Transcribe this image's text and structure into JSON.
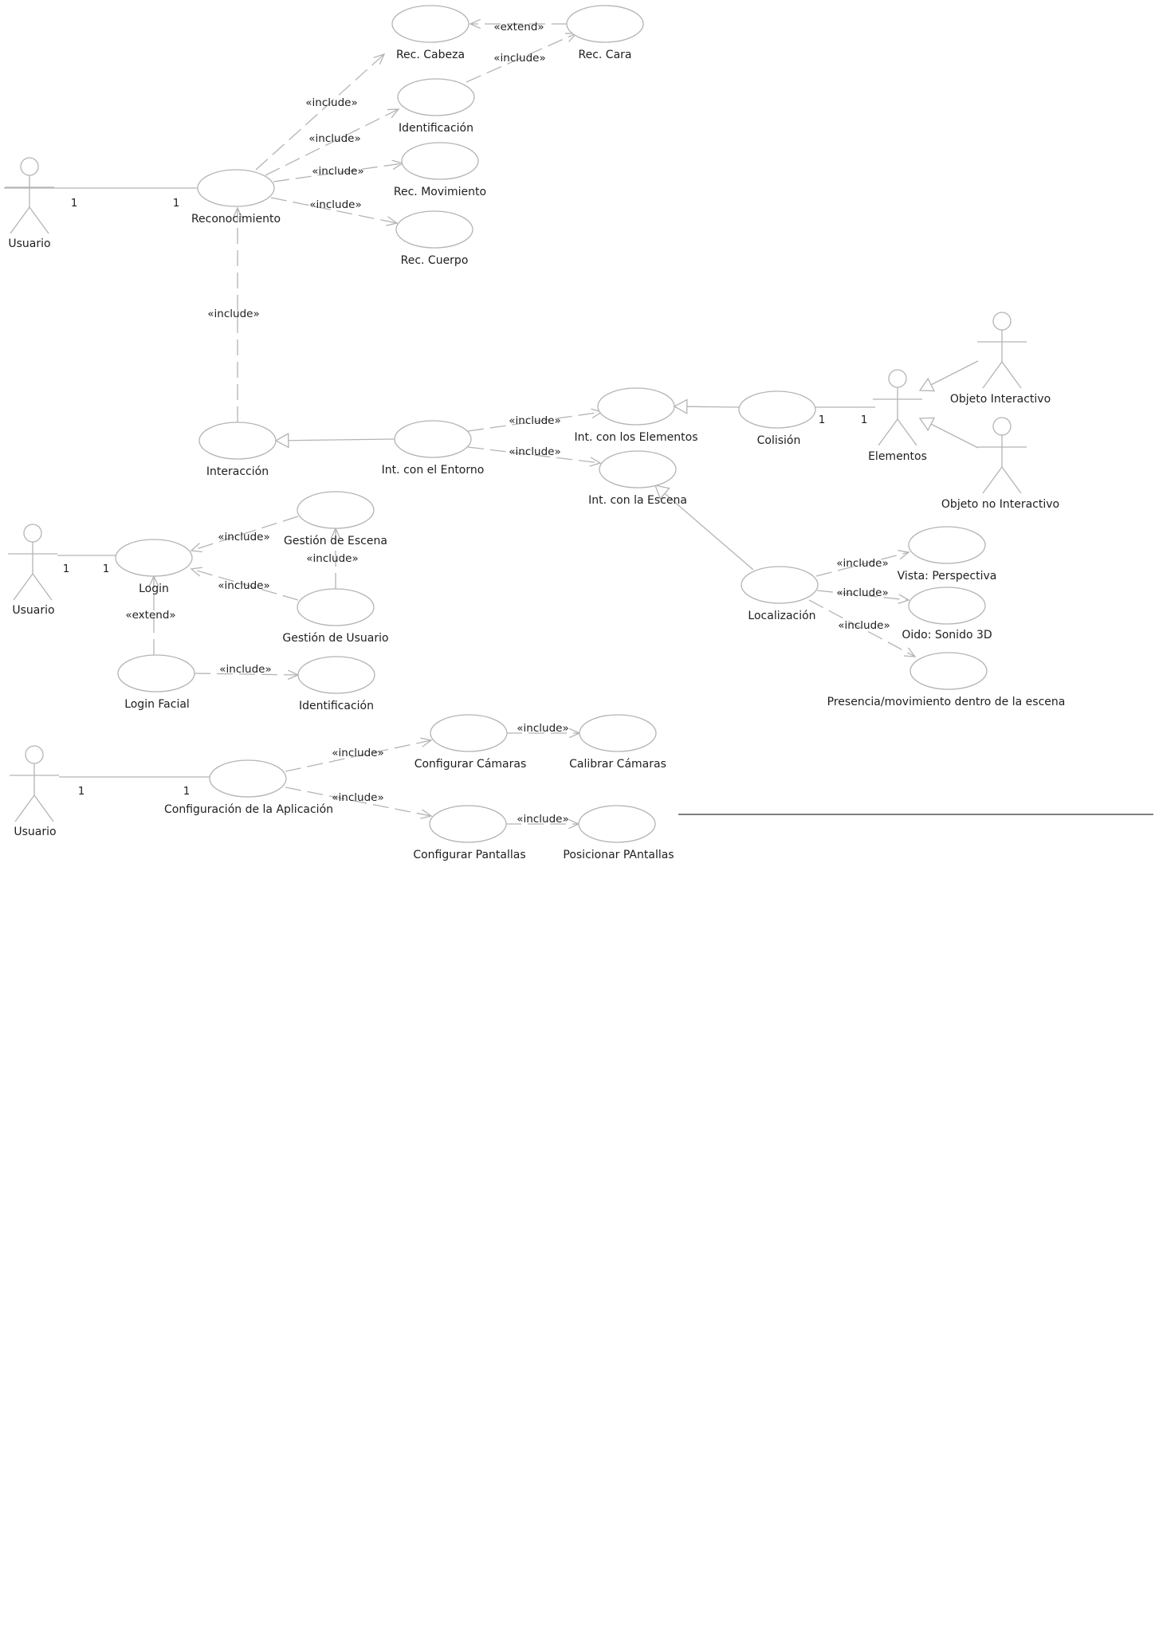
{
  "actors": [
    {
      "id": "a_usuario1",
      "label": "Usuario"
    },
    {
      "id": "a_usuario2",
      "label": "Usuario"
    },
    {
      "id": "a_usuario3",
      "label": "Usuario"
    },
    {
      "id": "a_elementos",
      "label": "Elementos"
    },
    {
      "id": "a_obj_int",
      "label": "Objeto Interactivo"
    },
    {
      "id": "a_obj_noint",
      "label": "Objeto no Interactivo"
    }
  ],
  "use_cases": [
    {
      "id": "uc_rec_cabeza",
      "label": "Rec. Cabeza"
    },
    {
      "id": "uc_rec_cara",
      "label": "Rec. Cara"
    },
    {
      "id": "uc_identificacion1",
      "label": "Identificación"
    },
    {
      "id": "uc_rec_movimiento",
      "label": "Rec. Movimiento"
    },
    {
      "id": "uc_reconocimiento",
      "label": "Reconocimiento"
    },
    {
      "id": "uc_rec_cuerpo",
      "label": "Rec. Cuerpo"
    },
    {
      "id": "uc_interaccion",
      "label": "Interacción"
    },
    {
      "id": "uc_int_entorno",
      "label": "Int. con el Entorno"
    },
    {
      "id": "uc_int_elementos",
      "label": "Int. con los Elementos"
    },
    {
      "id": "uc_int_escena",
      "label": "Int. con la Escena"
    },
    {
      "id": "uc_colision",
      "label": "Colisión"
    },
    {
      "id": "uc_login",
      "label": "Login"
    },
    {
      "id": "uc_gestion_escena",
      "label": "Gestión de Escena"
    },
    {
      "id": "uc_gestion_usuario",
      "label": "Gestión de Usuario"
    },
    {
      "id": "uc_login_facial",
      "label": "Login Facial"
    },
    {
      "id": "uc_identificacion2",
      "label": "Identificación"
    },
    {
      "id": "uc_localizacion",
      "label": "Localización"
    },
    {
      "id": "uc_vista",
      "label": "Vista: Perspectiva"
    },
    {
      "id": "uc_oido",
      "label": "Oido: Sonido 3D"
    },
    {
      "id": "uc_presencia",
      "label": "Presencia/movimiento dentro de la escena"
    },
    {
      "id": "uc_config_app",
      "label": "Configuración de la Aplicación"
    },
    {
      "id": "uc_config_camaras",
      "label": "Configurar Cámaras"
    },
    {
      "id": "uc_calibrar_camaras",
      "label": "Calibrar Cámaras"
    },
    {
      "id": "uc_config_pantallas",
      "label": "Configurar Pantallas"
    },
    {
      "id": "uc_posicionar_pantallas",
      "label": "Posicionar PAntallas"
    }
  ],
  "relations": [
    {
      "from": "uc_rec_cara",
      "to": "uc_rec_cabeza",
      "type": "extend",
      "label": "«extend»"
    },
    {
      "from": "uc_identificacion1",
      "to": "uc_rec_cara",
      "type": "include",
      "label": "«include»"
    },
    {
      "from": "uc_reconocimiento",
      "to": "uc_rec_cabeza",
      "type": "include",
      "label": "«include»"
    },
    {
      "from": "uc_reconocimiento",
      "to": "uc_identificacion1",
      "type": "include",
      "label": "«include»"
    },
    {
      "from": "uc_reconocimiento",
      "to": "uc_rec_movimiento",
      "type": "include",
      "label": "«include»"
    },
    {
      "from": "uc_reconocimiento",
      "to": "uc_rec_cuerpo",
      "type": "include",
      "label": "«include»"
    },
    {
      "from": "uc_interaccion",
      "to": "uc_reconocimiento",
      "type": "include",
      "label": "«include»"
    },
    {
      "from": "uc_int_entorno",
      "to": "uc_int_elementos",
      "type": "include",
      "label": "«include»"
    },
    {
      "from": "uc_int_entorno",
      "to": "uc_int_escena",
      "type": "include",
      "label": "«include»"
    },
    {
      "from": "uc_gestion_escena",
      "to": "uc_login",
      "type": "include",
      "label": "«include»"
    },
    {
      "from": "uc_gestion_usuario",
      "to": "uc_login",
      "type": "include",
      "label": "«include»"
    },
    {
      "from": "uc_gestion_usuario",
      "to": "uc_gestion_escena",
      "type": "include",
      "label": "«include»"
    },
    {
      "from": "uc_login_facial",
      "to": "uc_login",
      "type": "extend",
      "label": "«extend»"
    },
    {
      "from": "uc_login_facial",
      "to": "uc_identificacion2",
      "type": "include",
      "label": "«include»"
    },
    {
      "from": "uc_localizacion",
      "to": "uc_vista",
      "type": "include",
      "label": "«include»"
    },
    {
      "from": "uc_localizacion",
      "to": "uc_oido",
      "type": "include",
      "label": "«include»"
    },
    {
      "from": "uc_localizacion",
      "to": "uc_presencia",
      "type": "include",
      "label": "«include»"
    },
    {
      "from": "uc_config_app",
      "to": "uc_config_camaras",
      "type": "include",
      "label": "«include»"
    },
    {
      "from": "uc_config_app",
      "to": "uc_config_pantallas",
      "type": "include",
      "label": "«include»"
    },
    {
      "from": "uc_config_camaras",
      "to": "uc_calibrar_camaras",
      "type": "include",
      "label": "«include»"
    },
    {
      "from": "uc_config_pantallas",
      "to": "uc_posicionar_pantallas",
      "type": "include",
      "label": "«include»"
    },
    {
      "from": "uc_int_entorno",
      "to": "uc_interaccion",
      "type": "generalization"
    },
    {
      "from": "uc_colision",
      "to": "uc_int_elementos",
      "type": "generalization"
    },
    {
      "from": "uc_localizacion",
      "to": "uc_int_escena",
      "type": "generalization"
    },
    {
      "from": "a_obj_int",
      "to": "a_elementos",
      "type": "generalization"
    },
    {
      "from": "a_obj_noint",
      "to": "a_elementos",
      "type": "generalization"
    },
    {
      "from": "a_usuario1",
      "to": "uc_reconocimiento",
      "type": "association",
      "mult_from": "1",
      "mult_to": "1"
    },
    {
      "from": "a_usuario2",
      "to": "uc_login",
      "type": "association",
      "mult_from": "1",
      "mult_to": "1"
    },
    {
      "from": "a_usuario3",
      "to": "uc_config_app",
      "type": "association",
      "mult_from": "1",
      "mult_to": "1"
    },
    {
      "from": "uc_colision",
      "to": "a_elementos",
      "type": "association",
      "mult_from": "1",
      "mult_to": "1"
    }
  ],
  "colors": {
    "line": "#b4b4b4",
    "text": "#1e1e1e",
    "separator": "#333333"
  }
}
